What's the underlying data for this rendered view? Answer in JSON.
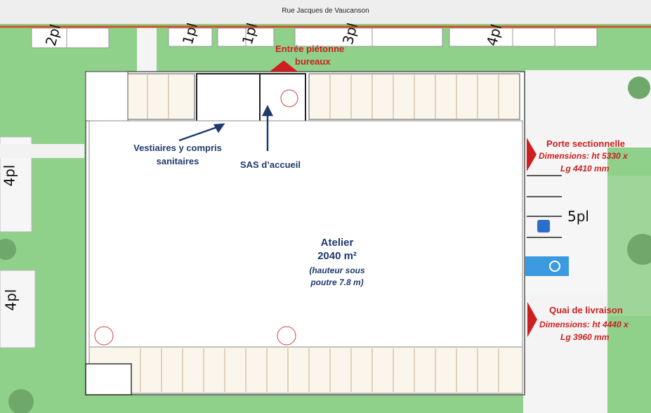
{
  "street_name": "Rue Jacques de Vaucanson",
  "parking_labels": {
    "top_2pl": "2pl",
    "top_1pl_a": "1pl",
    "top_1pl_b": "1pl",
    "top_3pl": "3pl",
    "top_4pl": "4pl",
    "left_4pl_a": "4pl",
    "left_4pl_b": "4pl",
    "right_5pl": "5pl"
  },
  "annotations": {
    "pedestrian_entrance": [
      "Entrée piétonne",
      "bureaux"
    ],
    "changing_rooms": [
      "Vestiaires y compris",
      "sanitaires"
    ],
    "reception_airlock": "SAS d’accueil",
    "workshop_title": "Atelier",
    "workshop_area": "2040 m²",
    "workshop_height": [
      "(hauteur sous",
      "poutre 7.8 m)"
    ],
    "sectional_door_title": "Porte sectionnelle",
    "sectional_door_dims": [
      "Dimensions:  ht 5330 x",
      "Lg 4410 mm"
    ],
    "loading_dock_title": "Quai de livraison",
    "loading_dock_dims": [
      "Dimensions:  ht 4440 x",
      "Lg 3960 mm"
    ]
  },
  "colors": {
    "grass": "#8fd08a",
    "building": "#ffffff",
    "road_line": "#d0542a",
    "blue_text": "#1f3a6e",
    "red_text": "#cc1f1f",
    "wall": "#333333"
  }
}
